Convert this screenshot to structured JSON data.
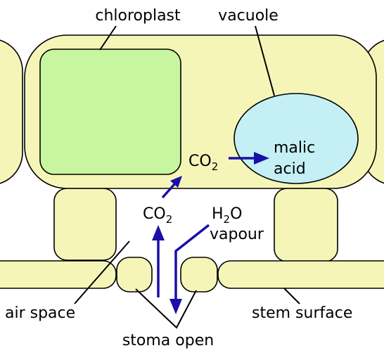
{
  "labels": {
    "chloroplast": "chloroplast",
    "vacuole": "vacuole",
    "malic_line1": "malic",
    "malic_line2": "acid",
    "co2_main": "CO",
    "co2_sub": "2",
    "h2o_main": "H",
    "h2o_sub": "2",
    "h2o_tail": "O",
    "vapour": "vapour",
    "air_space": "air space",
    "stem_surface": "stem surface",
    "stoma_open": "stoma open"
  },
  "colors": {
    "cell_fill": "#f5f5b8",
    "chloroplast_fill": "#c8f5a0",
    "vacuole_fill": "#c4f0f5",
    "arrow": "#1a0fa8"
  }
}
